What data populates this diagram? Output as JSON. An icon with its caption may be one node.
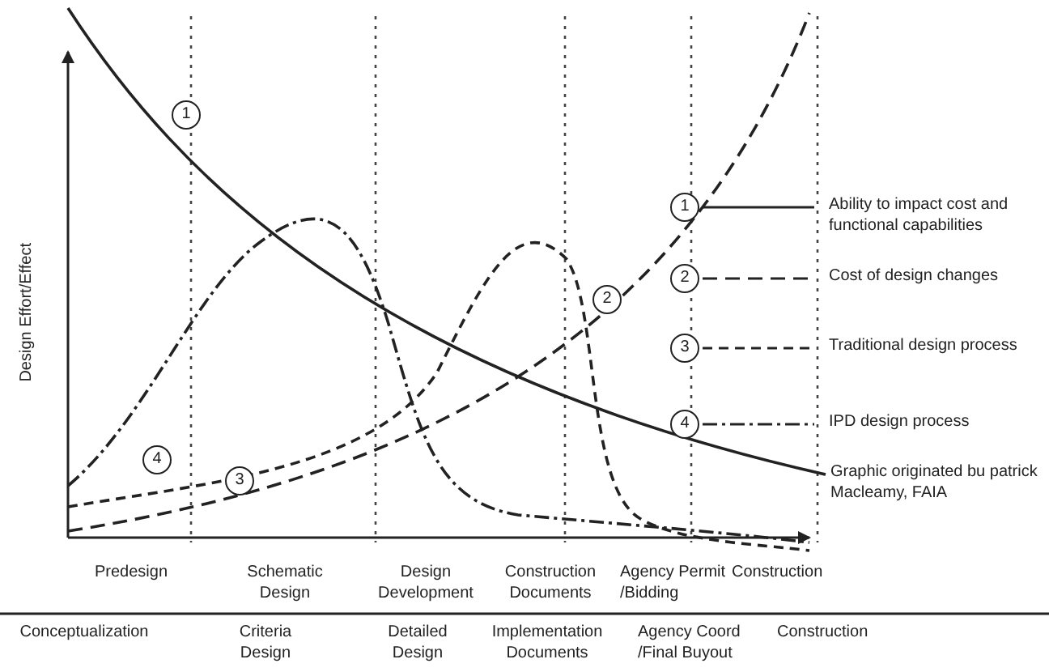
{
  "diagram": {
    "labels": [
      "1",
      "2",
      "3",
      "4",
      "1",
      "2",
      "3",
      "4",
      "Design Effort/Effect",
      "Predesign",
      "Schematic Design",
      "Design Development",
      "Construction Documents",
      "Agency Permit /Bidding",
      "Construction",
      "Conceptualization",
      "Criteria Design",
      "Detailed Design",
      "Implementation Documents",
      "Agency Coord /Final Buyout",
      "Construction",
      "Graphic originated bu patrick Macleamy, FAIA"
    ],
    "legend": [
      {
        "text": "Ability to impact cost and functional capabilities"
      },
      {
        "text": "Cost of design changes"
      },
      {
        "text": "Traditional design process"
      },
      {
        "text": "IPD design process"
      }
    ]
  }
}
